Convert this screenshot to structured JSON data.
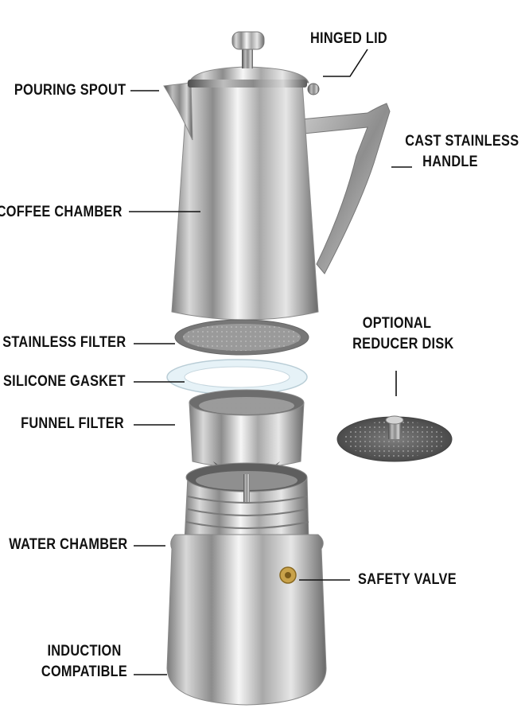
{
  "labels": {
    "hinged_lid": "HINGED LID",
    "pouring_spout": "POURING SPOUT",
    "cast_stainless_handle": [
      "CAST STAINLESS",
      "HANDLE"
    ],
    "coffee_chamber": "COFFEE CHAMBER",
    "stainless_filter": "STAINLESS FILTER",
    "optional_reducer_disk": [
      "OPTIONAL",
      "REDUCER DISK"
    ],
    "silicone_gasket": "SILICONE GASKET",
    "funnel_filter": "FUNNEL FILTER",
    "water_chamber": "WATER CHAMBER",
    "safety_valve": "SAFETY VALVE",
    "induction_compatible": [
      "INDUCTION",
      "COMPATIBLE"
    ]
  },
  "colors": {
    "steel_dark": "#6e6e6e",
    "steel_light": "#f4f4f4",
    "gasket": "#e9f4f8",
    "valve": "#c9a24a",
    "leader_line": "#111111"
  }
}
